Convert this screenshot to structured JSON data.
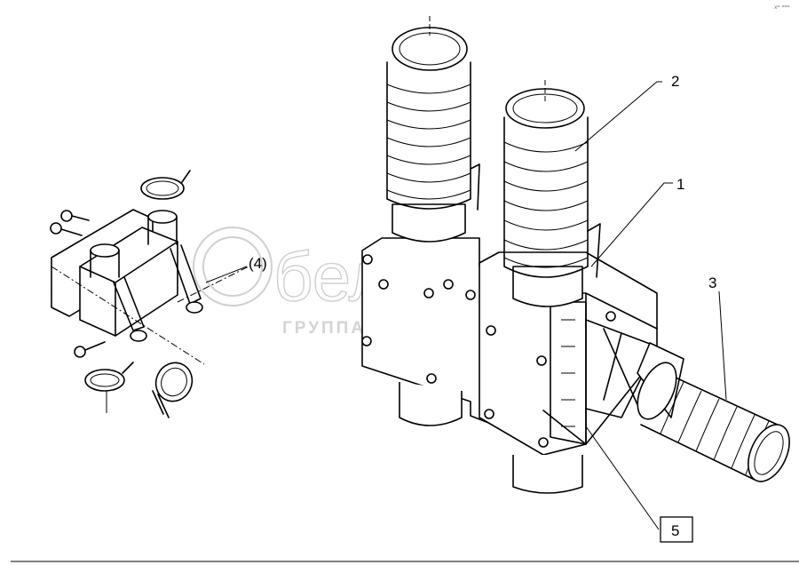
{
  "diagram": {
    "callouts": [
      {
        "id": "c1",
        "label": "1",
        "boxed": false
      },
      {
        "id": "c2",
        "label": "2",
        "boxed": false
      },
      {
        "id": "c3",
        "label": "3",
        "boxed": false
      },
      {
        "id": "c4",
        "label": "(4)",
        "boxed": false
      },
      {
        "id": "c5",
        "label": "5",
        "boxed": true
      }
    ],
    "watermark": {
      "logo_text": "беларо",
      "subtitle": "ГРУППА КОМПАНИЙ"
    },
    "corner_mark": "x* ***"
  }
}
